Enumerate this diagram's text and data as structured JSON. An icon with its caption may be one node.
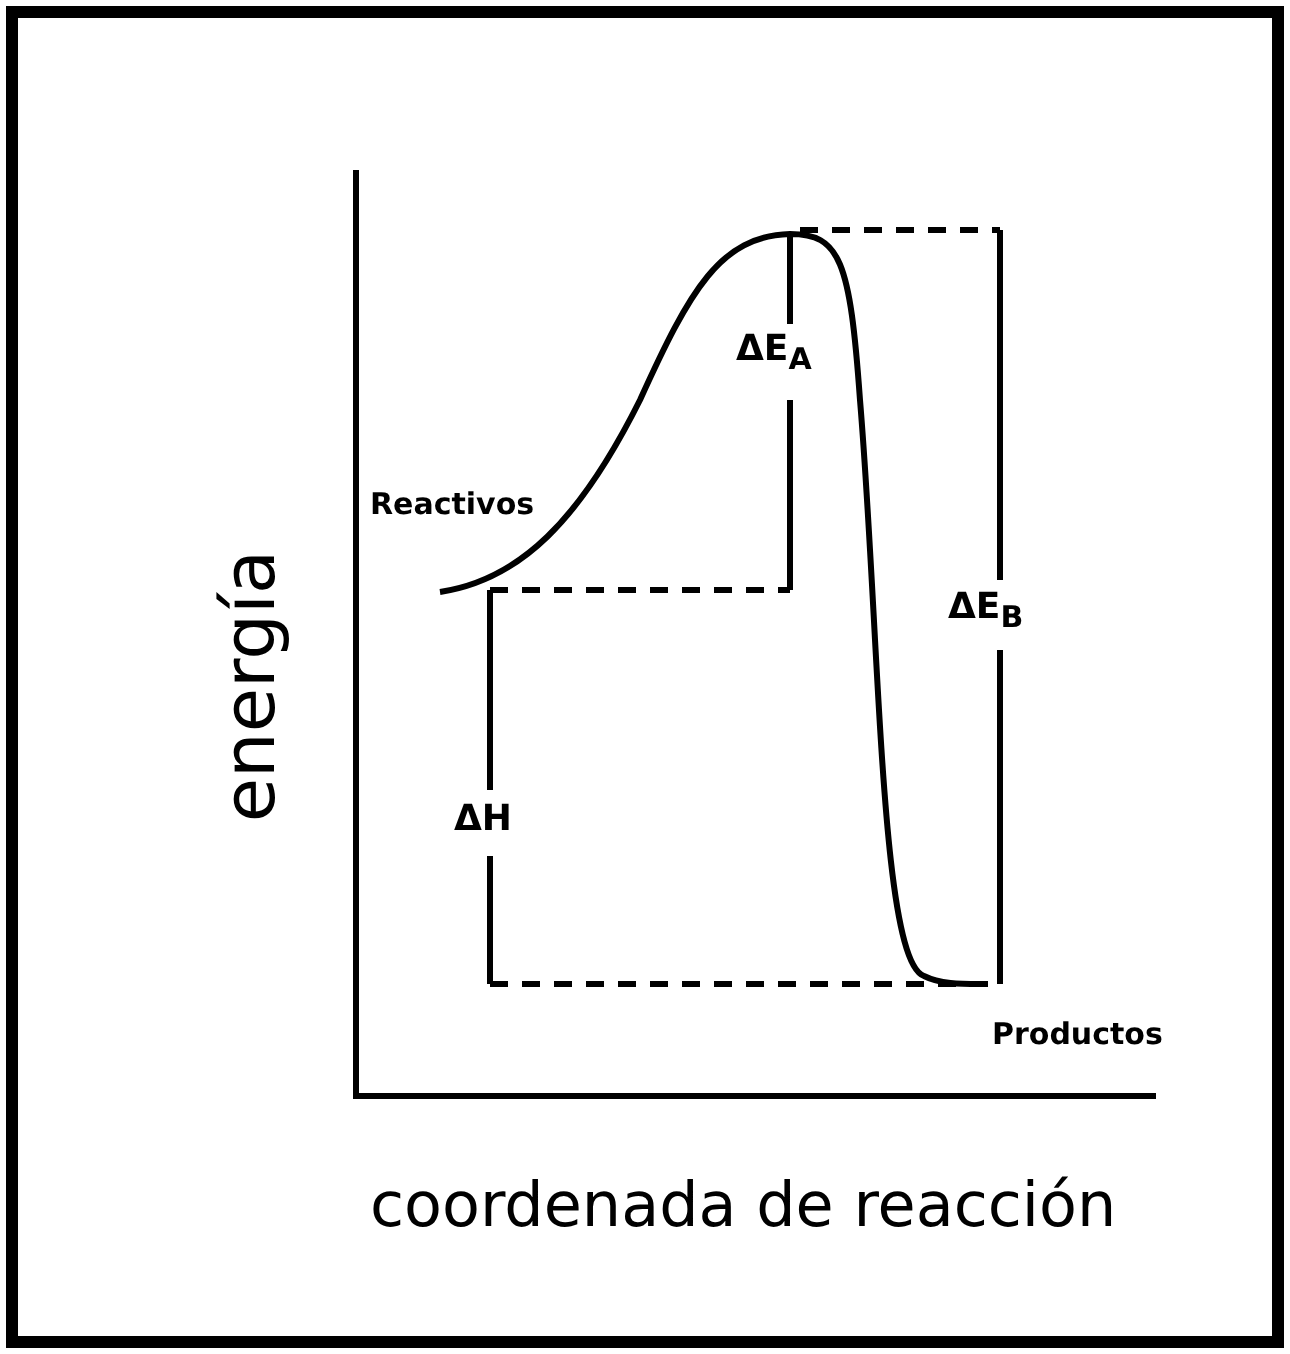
{
  "diagram": {
    "labels": [
      "Reactivos",
      "ΔE$_{A}$",
      "ΔE$_{B}$",
      "ΔH",
      "Productos",
      "energía",
      "coordenada de reacción"
    ]
  }
}
